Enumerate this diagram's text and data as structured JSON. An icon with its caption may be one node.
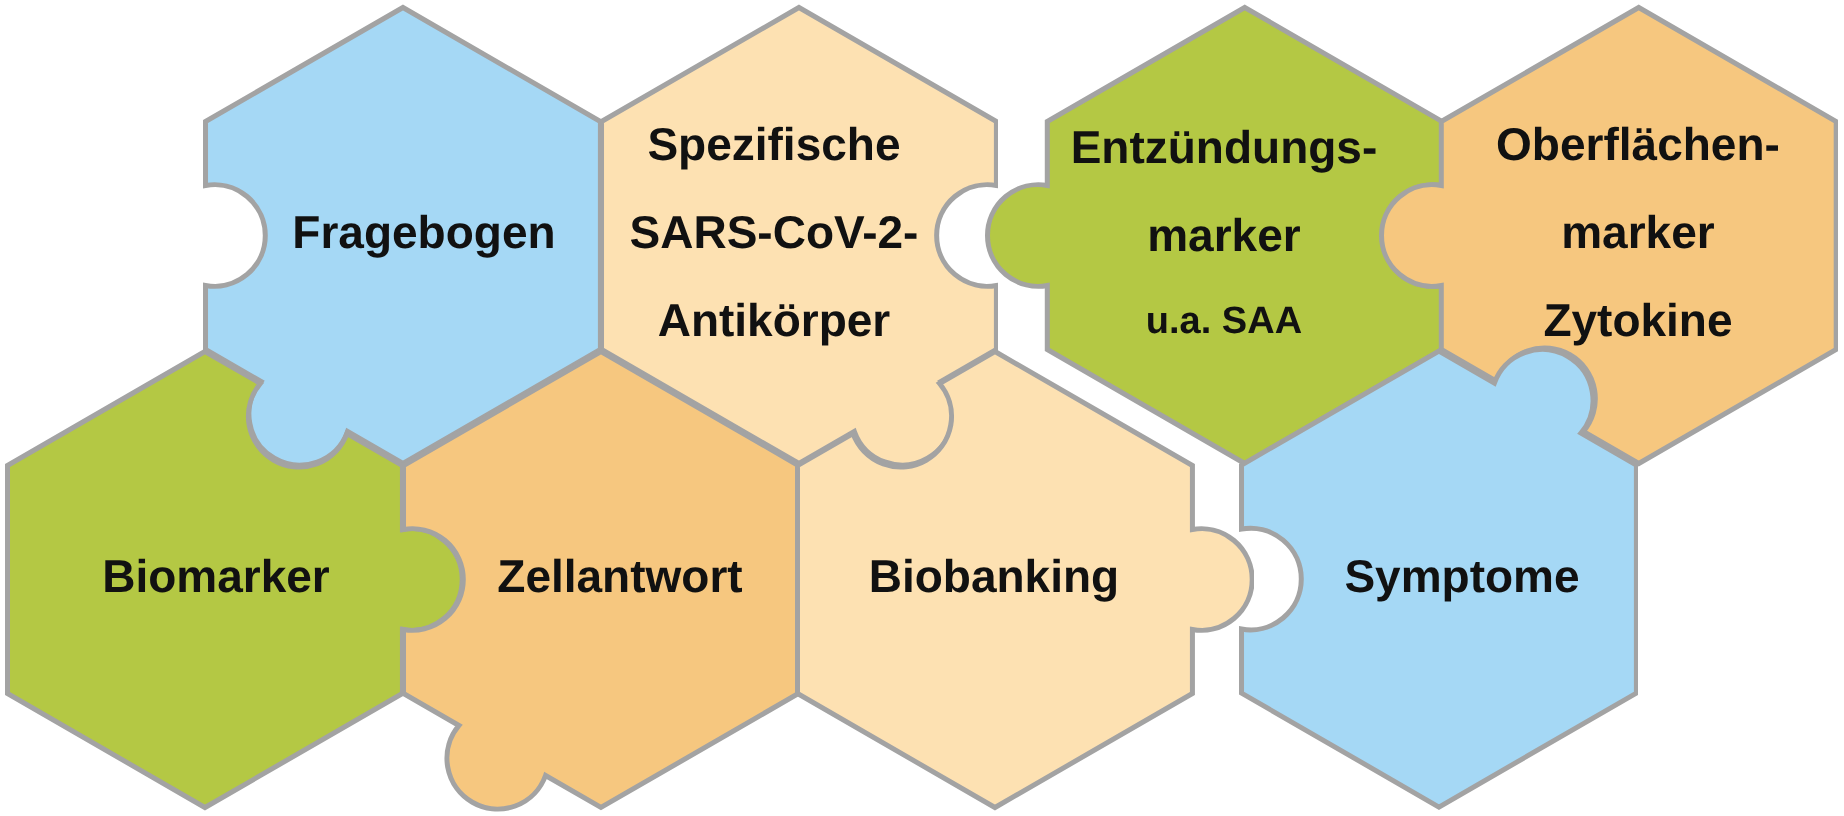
{
  "diagram": {
    "nodes": [
      {
        "text": [
          "Fragebogen"
        ]
      },
      {
        "text": [
          "Spezifische SARS-CoV-2- Antikörper"
        ]
      },
      {
        "text": [
          "Entzündungs- marker",
          "u.a. SAA"
        ]
      },
      {
        "text": [
          "Oberflächen- marker",
          "Zytokine"
        ]
      },
      {
        "text": [
          "Biomarker"
        ]
      },
      {
        "text": [
          "Zellantwort"
        ]
      },
      {
        "text": [
          "Biobanking"
        ]
      },
      {
        "text": [
          "Symptome"
        ]
      }
    ]
  }
}
